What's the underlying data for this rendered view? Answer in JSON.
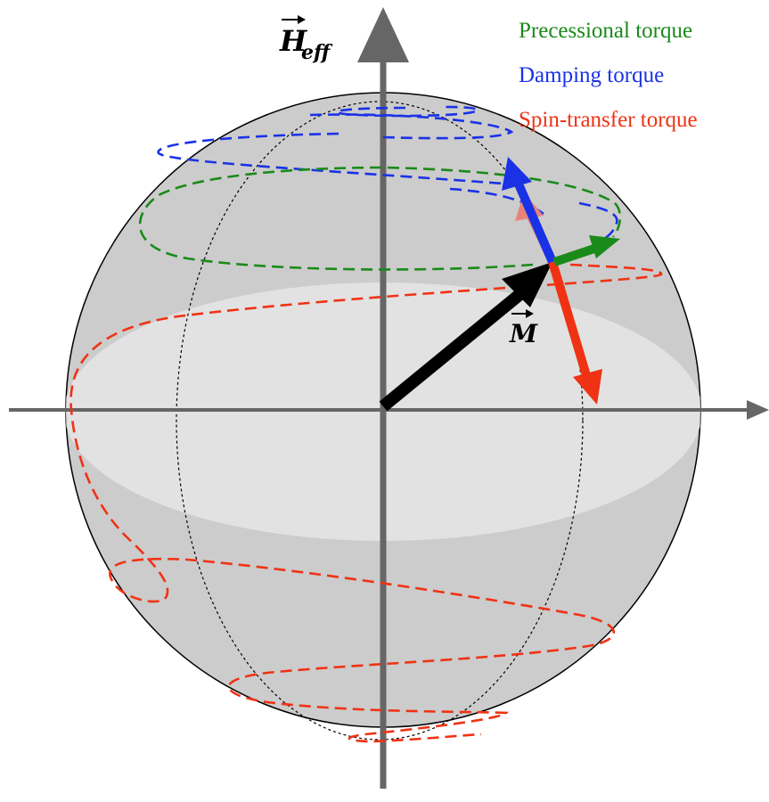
{
  "legend": {
    "precessional": "Precessional torque",
    "damping": "Damping torque",
    "spin_transfer": "Spin-transfer torque"
  },
  "axis_labels": {
    "h_eff_main": "H",
    "h_eff_sub": "eff",
    "magnetization": "M"
  },
  "colors": {
    "precessional": "#1a8a1a",
    "damping": "#1a32e6",
    "spin_transfer": "#f03214",
    "spin_transfer_faded": "#e8837a",
    "sphere_fill": "#cccccc",
    "equator_band": "#e2e2e2",
    "axis": "#666666",
    "magnetization_vector": "#000000"
  }
}
